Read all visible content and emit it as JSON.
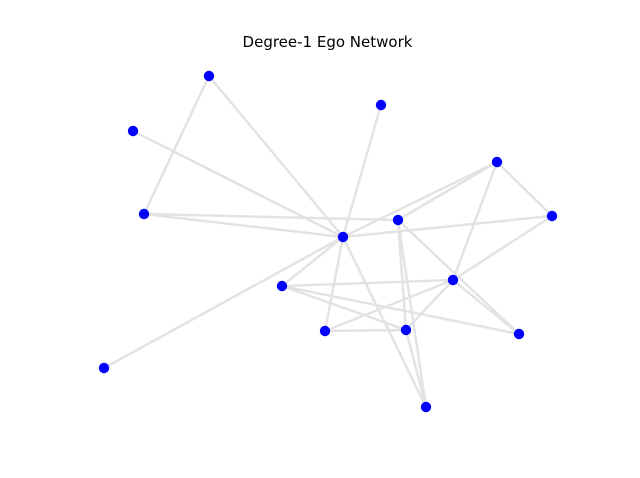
{
  "title": "Degree-1 Ego Network",
  "colors": {
    "node": "#0000ff",
    "edge": "#e3e3e3",
    "background": "#ffffff"
  },
  "nodes": [
    {
      "id": "n0"
    },
    {
      "id": "n1"
    },
    {
      "id": "n2"
    },
    {
      "id": "n3"
    },
    {
      "id": "n4"
    },
    {
      "id": "n5"
    },
    {
      "id": "n6"
    },
    {
      "id": "n7"
    },
    {
      "id": "n8"
    },
    {
      "id": "n9"
    },
    {
      "id": "n10"
    },
    {
      "id": "n11"
    },
    {
      "id": "n12"
    },
    {
      "id": "n13"
    },
    {
      "id": "n14"
    }
  ],
  "edges": [
    [
      "n0",
      "n2"
    ],
    [
      "n0",
      "n3"
    ],
    [
      "n0",
      "n4"
    ],
    [
      "n0",
      "n5"
    ],
    [
      "n0",
      "n6"
    ],
    [
      "n0",
      "n10"
    ],
    [
      "n0",
      "n11"
    ],
    [
      "n0",
      "n12"
    ],
    [
      "n0",
      "n13"
    ],
    [
      "n0",
      "n14"
    ],
    [
      "n1",
      "n3"
    ],
    [
      "n1",
      "n9"
    ],
    [
      "n1",
      "n10"
    ],
    [
      "n1",
      "n8"
    ],
    [
      "n1",
      "n11"
    ],
    [
      "n2",
      "n3"
    ],
    [
      "n5",
      "n8"
    ],
    [
      "n5",
      "n9"
    ],
    [
      "n5",
      "n7"
    ],
    [
      "n6",
      "n7"
    ],
    [
      "n6",
      "n8"
    ],
    [
      "n7",
      "n8"
    ],
    [
      "n7",
      "n9"
    ],
    [
      "n7",
      "n11"
    ],
    [
      "n7",
      "n12"
    ],
    [
      "n8",
      "n10"
    ],
    [
      "n11",
      "n12"
    ]
  ]
}
